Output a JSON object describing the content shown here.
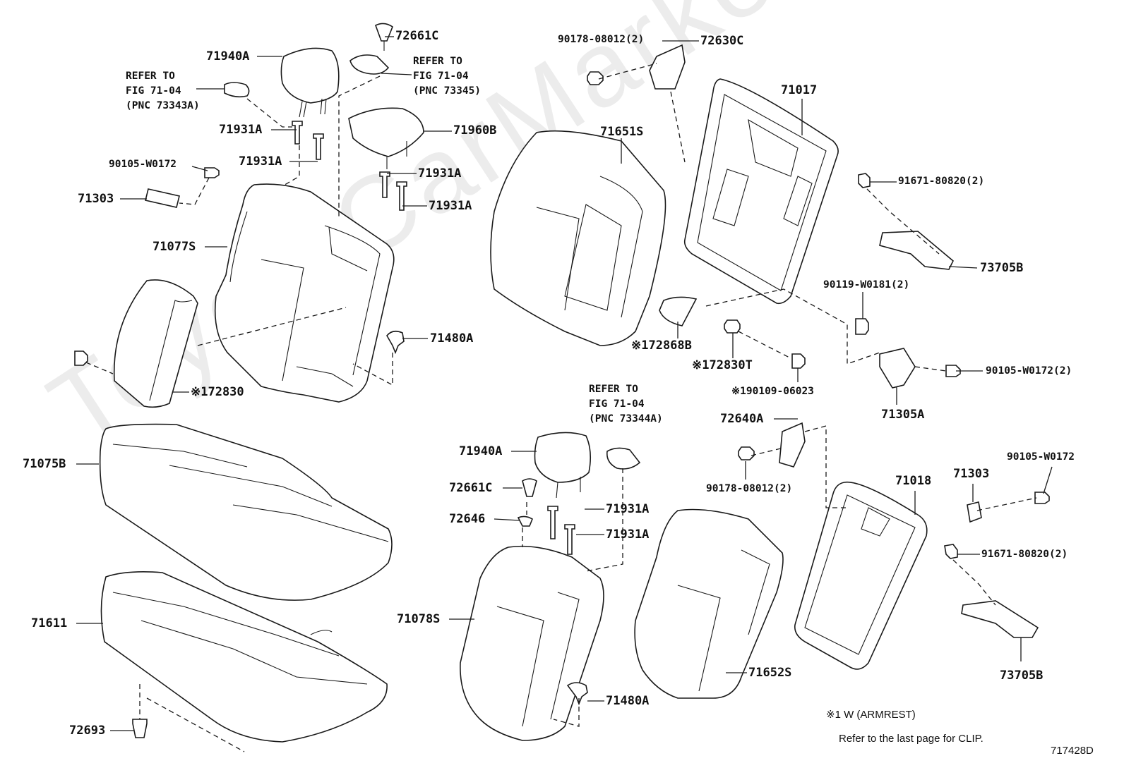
{
  "watermark": "ToyotaCarMarket.ru",
  "labels": {
    "p72661C_top": "72661C",
    "refer_73345": "REFER TO\nFIG 71-04\n(PNC 73345)",
    "p71940A_top": "71940A",
    "refer_73343A": "REFER TO\nFIG 71-04\n(PNC 73343A)",
    "p71931A_1": "71931A",
    "p71931A_2": "71931A",
    "p71960B": "71960B",
    "p90105_W0172_top": "90105-W0172",
    "p71303_top": "71303",
    "p71931A_3": "71931A",
    "p71931A_4": "71931A",
    "p71077S": "71077S",
    "p71480A_top": "71480A",
    "p172830": "※172830",
    "p90178_top": "90178-08012(2)",
    "p72630C": "72630C",
    "p71017": "71017",
    "p71651S": "71651S",
    "p91671_top": "91671-80820(2)",
    "p73705B_top": "73705B",
    "p90119": "90119-W0181(2)",
    "p172868B": "※172868B",
    "p172830T": "※172830T",
    "p190109": "※190109-06023",
    "p90105_W0172_2": "90105-W0172(2)",
    "p71305A": "71305A",
    "p71075B": "71075B",
    "refer_73344A": "REFER TO\nFIG 71-04\n(PNC 73344A)",
    "p72640A": "72640A",
    "p71940A_bot": "71940A",
    "p72661C_bot": "72661C",
    "p71931A_5": "71931A",
    "p72646": "72646",
    "p71931A_6": "71931A",
    "p90178_bot": "90178-08012(2)",
    "p71018": "71018",
    "p71303_bot": "71303",
    "p90105_W0172_bot": "90105-W0172",
    "p91671_bot": "91671-80820(2)",
    "p71611": "71611",
    "p71078S": "71078S",
    "p71652S": "71652S",
    "p73705B_bot": "73705B",
    "p71480A_bot": "71480A",
    "p72693": "72693"
  },
  "notes": {
    "armrest": "※1 W (ARMREST)",
    "clip": "Refer to the last page for CLIP.",
    "fig_id": "717428D"
  }
}
